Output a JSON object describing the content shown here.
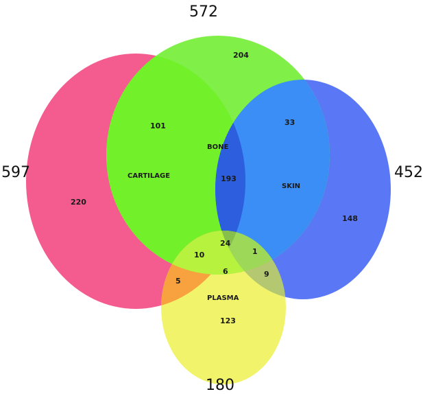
{
  "diagram": {
    "colors": {
      "cartilage_outer": "#f45b8f",
      "cartilage": "#7ef03b",
      "bone_only": "#80f048",
      "skin": "#5a78f5",
      "skin_cartilage": "#3b8cf5",
      "bone_skin": "#2f5fe0",
      "plasma": "#f1f36a",
      "orange_overlap": "#f9a63f",
      "center": "#8fc84a"
    },
    "sets": [
      {
        "name": "CARTILAGE",
        "total": "597"
      },
      {
        "name": "BONE",
        "total": "572"
      },
      {
        "name": "SKIN",
        "total": "452"
      },
      {
        "name": "PLASMA",
        "total": "180"
      }
    ],
    "regions": {
      "cartilage_only": "220",
      "bone_only": "204",
      "cartilage_bone": "101",
      "bone_skin": "33",
      "skin_only": "148",
      "cartilage_bone_skin": "193",
      "all_four": "24",
      "cartilage_bone_plasma": "10",
      "bone_skin_plasma": "1",
      "cartilage_plasma": "5",
      "skin_plasma": "9",
      "center_plasma": "6",
      "plasma_only": "123"
    }
  }
}
